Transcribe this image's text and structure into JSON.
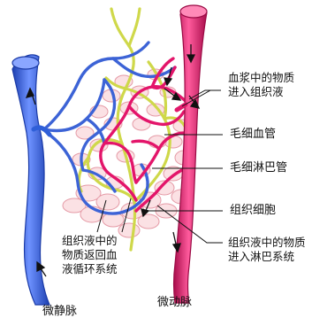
{
  "labels": {
    "plasma_to_tissue_line1": "血浆中的物质",
    "plasma_to_tissue_line2": "进入组织液",
    "capillary": "毛细血管",
    "lymph_capillary": "毛细淋巴管",
    "tissue_cells": "组织细胞",
    "tissue_to_lymph_line1": "组织液中的物质",
    "tissue_to_lymph_line2": "进入淋巴系统",
    "tissue_to_blood_line1": "组织液中的",
    "tissue_to_blood_line2": "物质返回血",
    "tissue_to_blood_line3": "液循环系统",
    "venule": "微静脉",
    "arteriole": "微动脉"
  },
  "colors": {
    "venule_blue": "#2f5fd8",
    "arteriole_red": "#e0186a",
    "lymph_yellow": "#d9e05a",
    "cell_pink": "#f6c9cf"
  }
}
